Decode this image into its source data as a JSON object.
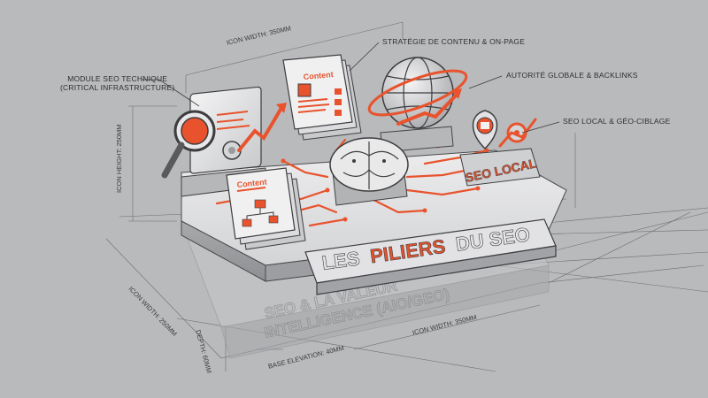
{
  "title": {
    "prefix": "LES",
    "highlight": "PILIERS",
    "suffix": "DU SEO"
  },
  "callouts": {
    "technical": "MODULE SEO TECHNIQUE\n(CRITICAL INFRASTRUCTURE)",
    "content": "STRATÉGIE DE CONTENU & ON-PAGE",
    "authority": "AUTORITÉ GLOBALE & BACKLINKS",
    "local": "SEO LOCAL & GÉO-CIBLAGE"
  },
  "dimensions": {
    "top_width": "ICON WIDTH: 350MM",
    "icon_height": "ICON HEIGHT: 250MM",
    "side_width": "ICON WIDTH: 250MM",
    "bottom_width": "ICON WIDTH: 350MM",
    "depth": "DEPTH: 60MM",
    "base_elevation": "BASE ELEVATION: 40MM"
  },
  "icon_labels": {
    "content_back": "Content",
    "content_front": "Content",
    "local_plate": "SEO LOCAL"
  },
  "ghost_text": {
    "line1": "SEO & LA VALEUR",
    "line2": "INTELLIGENCE (AIO/GEO)"
  },
  "colors": {
    "accent": "#e8532d",
    "background": "#b9babc",
    "plinth": "#d9dadc",
    "outline": "#3d3d40"
  },
  "icons": [
    "magnifier-icon",
    "gear-icon",
    "growth-arrow-icon",
    "document-icon",
    "globe-icon",
    "brain-chip-icon",
    "location-pin-icon",
    "flowchart-icon"
  ]
}
